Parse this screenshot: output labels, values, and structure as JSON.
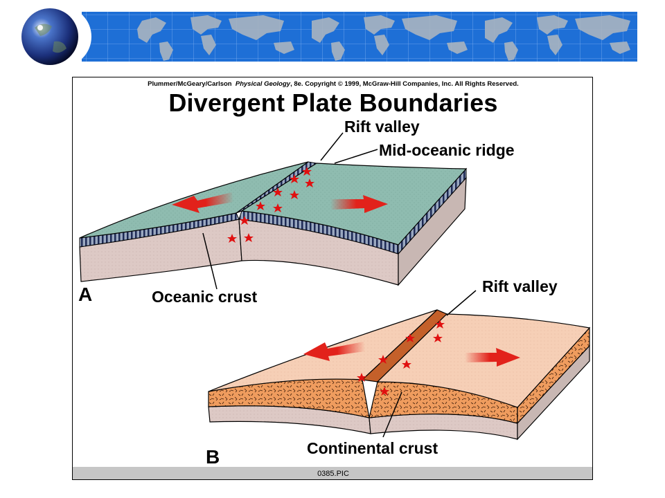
{
  "credit": {
    "authors": "Plummer/McGeary/Carlson",
    "book": "Physical Geology",
    "rest": ", 8e.  Copyright © 1999, McGraw-Hill Companies, Inc. All Rights Reserved."
  },
  "title": "Divergent Plate Boundaries",
  "panel_a": {
    "letter": "A",
    "rift_label": "Rift valley",
    "ridge_label": "Mid-oceanic ridge",
    "crust_label": "Oceanic crust"
  },
  "panel_b": {
    "letter": "B",
    "rift_label": "Rift valley",
    "crust_label": "Continental crust"
  },
  "footer_text": "0385.PIC",
  "colors": {
    "banner_blue": "#1e6fd6",
    "ocean_top": "#8fbcb0",
    "continent_top": "#f6cfb6",
    "continent_crust": "#ef9c5e",
    "lower_layer": "#ddc9c5",
    "arrow_red": "#e2221b",
    "star_red": "#e01010"
  }
}
